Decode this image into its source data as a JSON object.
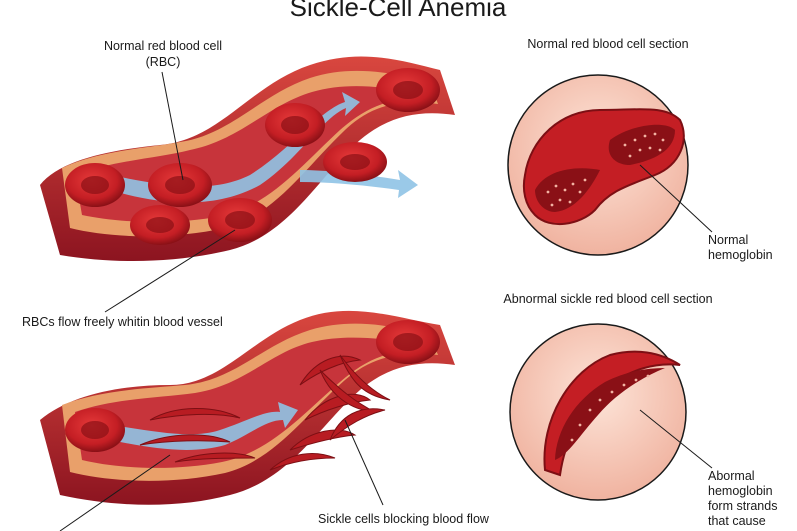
{
  "title": "Sickle-Cell Anemia",
  "labels": {
    "normal_rbc_line1": "Normal red blood cell",
    "normal_rbc_line2": "(RBC)",
    "rbc_flow": "RBCs flow freely whitin blood vessel",
    "sickle_blocking": "Sickle cells blocking blood flow",
    "normal_section": "Normal red blood cell section",
    "abnormal_section": "Abnormal sickle red blood cell section",
    "normal_hb_line1": "Normal",
    "normal_hb_line2": "hemoglobin",
    "abnormal_hb_line1": "Abormal",
    "abnormal_hb_line2": "hemoglobin",
    "abnormal_hb_line3": "form strands",
    "abnormal_hb_line4": "that cause"
  },
  "colors": {
    "vessel_outer": "#a8202c",
    "vessel_wall": "#e9a06a",
    "vessel_inner": "#c7343b",
    "flow_arrow": "#8fc3e6",
    "cell_red": "#c41e24",
    "cell_dark": "#7d0f14",
    "circle_bg": "#f6c8b8"
  }
}
